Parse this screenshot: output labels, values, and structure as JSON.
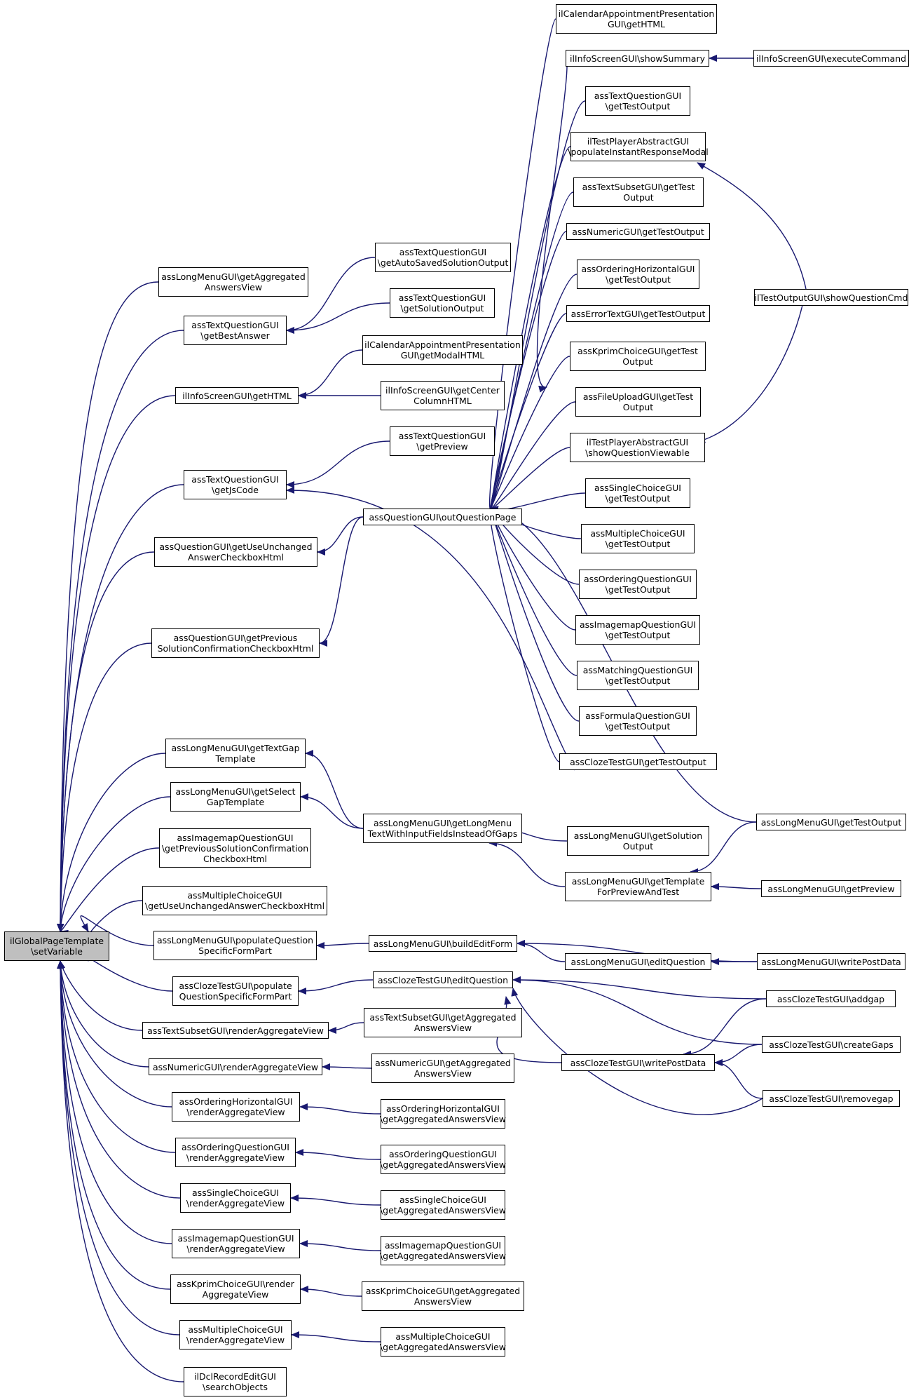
{
  "colors": {
    "edge": "#191970",
    "node_border": "#000000",
    "node_fill": "#ffffff",
    "root_fill": "#bfbfbf"
  },
  "nodes": [
    {
      "id": "root",
      "label": "ilGlobalPageTemplate\n\\setVariable"
    },
    {
      "id": "lm_aggview",
      "label": "assLongMenuGUI\\getAggregated\nAnswersView"
    },
    {
      "id": "tq_best",
      "label": "assTextQuestionGUI\n\\getBestAnswer"
    },
    {
      "id": "is_gethtml",
      "label": "ilInfoScreenGUI\\getHTML"
    },
    {
      "id": "tq_js",
      "label": "assTextQuestionGUI\n\\getJsCode"
    },
    {
      "id": "q_unchanged",
      "label": "assQuestionGUI\\getUseUnchanged\nAnswerCheckboxHtml"
    },
    {
      "id": "q_prevsol",
      "label": "assQuestionGUI\\getPrevious\nSolutionConfirmationCheckboxHtml"
    },
    {
      "id": "lm_textgap",
      "label": "assLongMenuGUI\\getTextGap\nTemplate"
    },
    {
      "id": "lm_selectgap",
      "label": "assLongMenuGUI\\getSelect\nGapTemplate"
    },
    {
      "id": "im_prevsol",
      "label": "assImagemapQuestionGUI\n\\getPreviousSolutionConfirmation\nCheckboxHtml"
    },
    {
      "id": "mc_unchanged",
      "label": "assMultipleChoiceGUI\n\\getUseUnchangedAnswerCheckboxHtml"
    },
    {
      "id": "lm_populate",
      "label": "assLongMenuGUI\\populateQuestion\nSpecificFormPart"
    },
    {
      "id": "ct_populate",
      "label": "assClozeTestGUI\\populate\nQuestionSpecificFormPart"
    },
    {
      "id": "ts_render",
      "label": "assTextSubsetGUI\\renderAggregateView"
    },
    {
      "id": "num_render",
      "label": "assNumericGUI\\renderAggregateView"
    },
    {
      "id": "oh_render",
      "label": "assOrderingHorizontalGUI\n\\renderAggregateView"
    },
    {
      "id": "oq_render",
      "label": "assOrderingQuestionGUI\n\\renderAggregateView"
    },
    {
      "id": "sc_render",
      "label": "assSingleChoiceGUI\n\\renderAggregateView"
    },
    {
      "id": "im_render",
      "label": "assImagemapQuestionGUI\n\\renderAggregateView"
    },
    {
      "id": "kp_render",
      "label": "assKprimChoiceGUI\\render\nAggregateView"
    },
    {
      "id": "mc_render",
      "label": "assMultipleChoiceGUI\n\\renderAggregateView"
    },
    {
      "id": "dcl_search",
      "label": "ilDclRecordEditGUI\n\\searchObjects"
    },
    {
      "id": "tq_autosaved",
      "label": "assTextQuestionGUI\n\\getAutoSavedSolutionOutput"
    },
    {
      "id": "tq_solution",
      "label": "assTextQuestionGUI\n\\getSolutionOutput"
    },
    {
      "id": "cal_modal",
      "label": "ilCalendarAppointmentPresentation\nGUI\\getModalHTML"
    },
    {
      "id": "is_center",
      "label": "ilInfoScreenGUI\\getCenter\nColumnHTML"
    },
    {
      "id": "tq_preview",
      "label": "assTextQuestionGUI\n\\getPreview"
    },
    {
      "id": "outq",
      "label": "assQuestionGUI\\outQuestionPage"
    },
    {
      "id": "lm_longmenu",
      "label": "assLongMenuGUI\\getLongMenu\nTextWithInputFieldsInsteadOfGaps"
    },
    {
      "id": "lm_buildedit",
      "label": "assLongMenuGUI\\buildEditForm"
    },
    {
      "id": "ct_edit",
      "label": "assClozeTestGUI\\editQuestion"
    },
    {
      "id": "ts_agg",
      "label": "assTextSubsetGUI\\getAggregated\nAnswersView"
    },
    {
      "id": "num_agg",
      "label": "assNumericGUI\\getAggregated\nAnswersView"
    },
    {
      "id": "oh_agg",
      "label": "assOrderingHorizontalGUI\n\\getAggregatedAnswersView"
    },
    {
      "id": "oq_agg",
      "label": "assOrderingQuestionGUI\n\\getAggregatedAnswersView"
    },
    {
      "id": "sc_agg",
      "label": "assSingleChoiceGUI\n\\getAggregatedAnswersView"
    },
    {
      "id": "im_agg",
      "label": "assImagemapQuestionGUI\n\\getAggregatedAnswersView"
    },
    {
      "id": "kp_agg",
      "label": "assKprimChoiceGUI\\getAggregated\nAnswersView"
    },
    {
      "id": "mc_agg",
      "label": "assMultipleChoiceGUI\n\\getAggregatedAnswersView"
    },
    {
      "id": "cal_html",
      "label": "ilCalendarAppointmentPresentation\nGUI\\getHTML"
    },
    {
      "id": "is_summary",
      "label": "ilInfoScreenGUI\\showSummary"
    },
    {
      "id": "tq_testout",
      "label": "assTextQuestionGUI\n\\getTestOutput"
    },
    {
      "id": "tp_instant",
      "label": "ilTestPlayerAbstractGUI\n\\populateInstantResponseModal"
    },
    {
      "id": "ts_testout",
      "label": "assTextSubsetGUI\\getTest\nOutput"
    },
    {
      "id": "num_testout",
      "label": "assNumericGUI\\getTestOutput"
    },
    {
      "id": "oh_testout",
      "label": "assOrderingHorizontalGUI\n\\getTestOutput"
    },
    {
      "id": "et_testout",
      "label": "assErrorTextGUI\\getTestOutput"
    },
    {
      "id": "kp_testout",
      "label": "assKprimChoiceGUI\\getTest\nOutput"
    },
    {
      "id": "fu_testout",
      "label": "assFileUploadGUI\\getTest\nOutput"
    },
    {
      "id": "tp_viewable",
      "label": "ilTestPlayerAbstractGUI\n\\showQuestionViewable"
    },
    {
      "id": "sc_testout",
      "label": "assSingleChoiceGUI\n\\getTestOutput"
    },
    {
      "id": "mc_testout",
      "label": "assMultipleChoiceGUI\n\\getTestOutput"
    },
    {
      "id": "oq_testout",
      "label": "assOrderingQuestionGUI\n\\getTestOutput"
    },
    {
      "id": "im_testout",
      "label": "assImagemapQuestionGUI\n\\getTestOutput"
    },
    {
      "id": "mq_testout",
      "label": "assMatchingQuestionGUI\n\\getTestOutput"
    },
    {
      "id": "fq_testout",
      "label": "assFormulaQuestionGUI\n\\getTestOutput"
    },
    {
      "id": "ct_testout",
      "label": "assClozeTestGUI\\getTestOutput"
    },
    {
      "id": "lm_solout",
      "label": "assLongMenuGUI\\getSolution\nOutput"
    },
    {
      "id": "lm_tplprev",
      "label": "assLongMenuGUI\\getTemplate\nForPreviewAndTest"
    },
    {
      "id": "lm_editq",
      "label": "assLongMenuGUI\\editQuestion"
    },
    {
      "id": "ct_writepost",
      "label": "assClozeTestGUI\\writePostData"
    },
    {
      "id": "is_exec",
      "label": "ilInfoScreenGUI\\executeCommand"
    },
    {
      "id": "to_showq",
      "label": "ilTestOutputGUI\\showQuestionCmd"
    },
    {
      "id": "lm_testout",
      "label": "assLongMenuGUI\\getTestOutput"
    },
    {
      "id": "lm_preview",
      "label": "assLongMenuGUI\\getPreview"
    },
    {
      "id": "lm_writepost",
      "label": "assLongMenuGUI\\writePostData"
    },
    {
      "id": "ct_addgap",
      "label": "assClozeTestGUI\\addgap"
    },
    {
      "id": "ct_creategaps",
      "label": "assClozeTestGUI\\createGaps"
    },
    {
      "id": "ct_removegap",
      "label": "assClozeTestGUI\\removegap"
    }
  ]
}
